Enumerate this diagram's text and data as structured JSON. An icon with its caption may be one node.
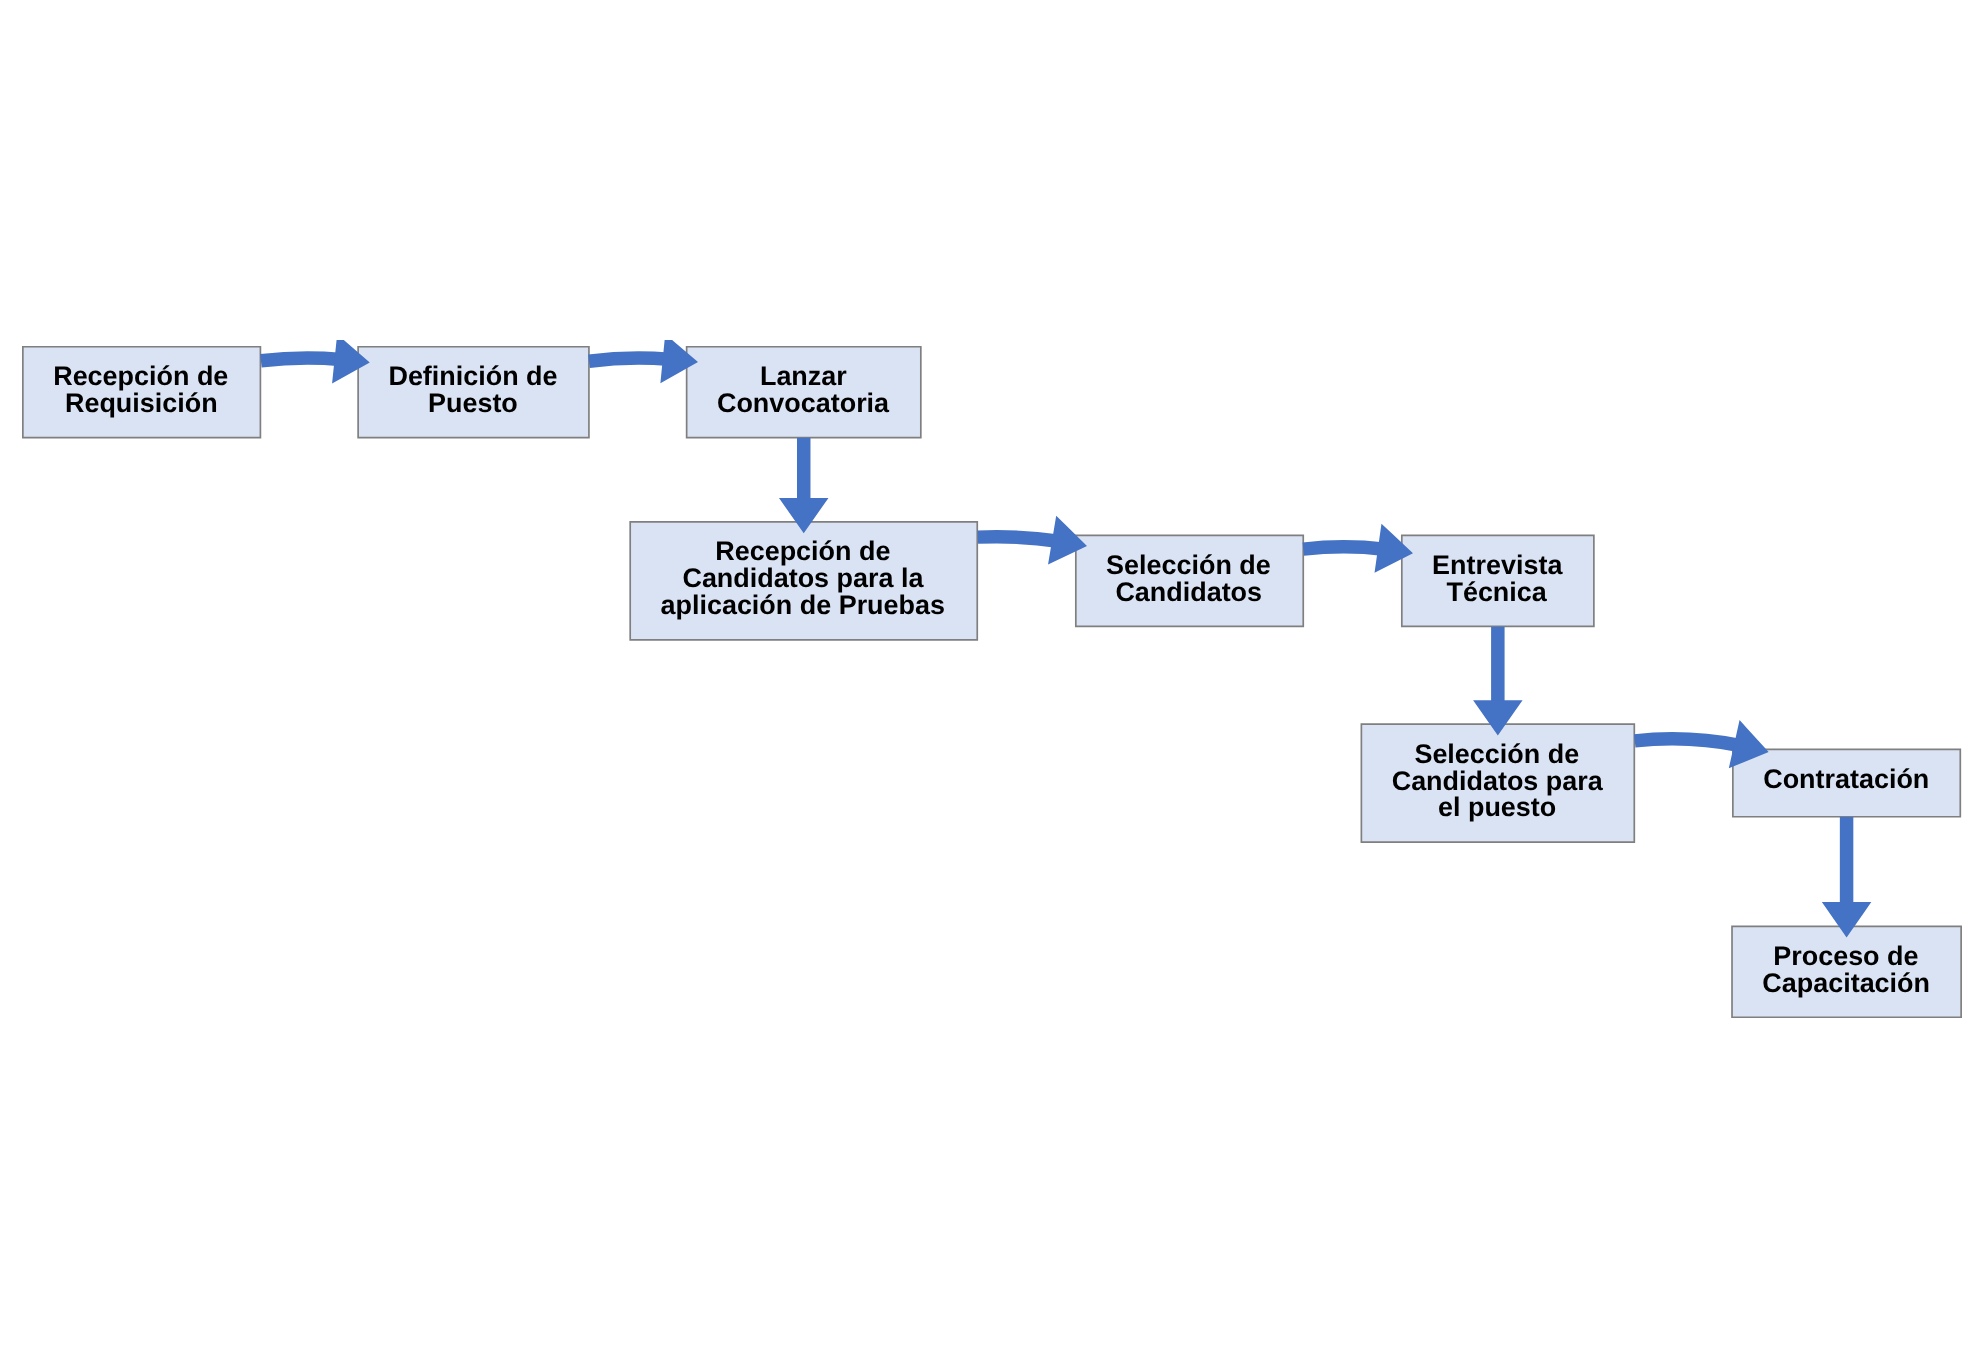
{
  "diagram": {
    "nodes": [
      {
        "text": [
          "Recepción de Requisición"
        ]
      },
      {
        "text": [
          "Definición de Puesto"
        ]
      },
      {
        "text": [
          "Lanzar Convocatoria"
        ]
      },
      {
        "text": [
          "Recepción de Candidatos para la aplicación de Pruebas"
        ]
      },
      {
        "text": [
          "Selección de Candidatos"
        ]
      },
      {
        "text": [
          "Entrevista Técnica"
        ]
      },
      {
        "text": [
          "Selección de Candidatos para el puesto"
        ]
      },
      {
        "text": [
          "Contratación"
        ]
      },
      {
        "text": [
          "Proceso de Capacitación"
        ]
      }
    ],
    "edges": [
      {
        "from": 0,
        "to": 1,
        "arrow": "to"
      },
      {
        "from": 1,
        "to": 2,
        "arrow": "to"
      },
      {
        "from": 2,
        "to": 3,
        "arrow": "to"
      },
      {
        "from": 3,
        "to": 4,
        "arrow": "to"
      },
      {
        "from": 4,
        "to": 5,
        "arrow": "to"
      },
      {
        "from": 5,
        "to": 6,
        "arrow": "to"
      },
      {
        "from": 6,
        "to": 7,
        "arrow": "to"
      },
      {
        "from": 7,
        "to": 8,
        "arrow": "to"
      }
    ]
  }
}
